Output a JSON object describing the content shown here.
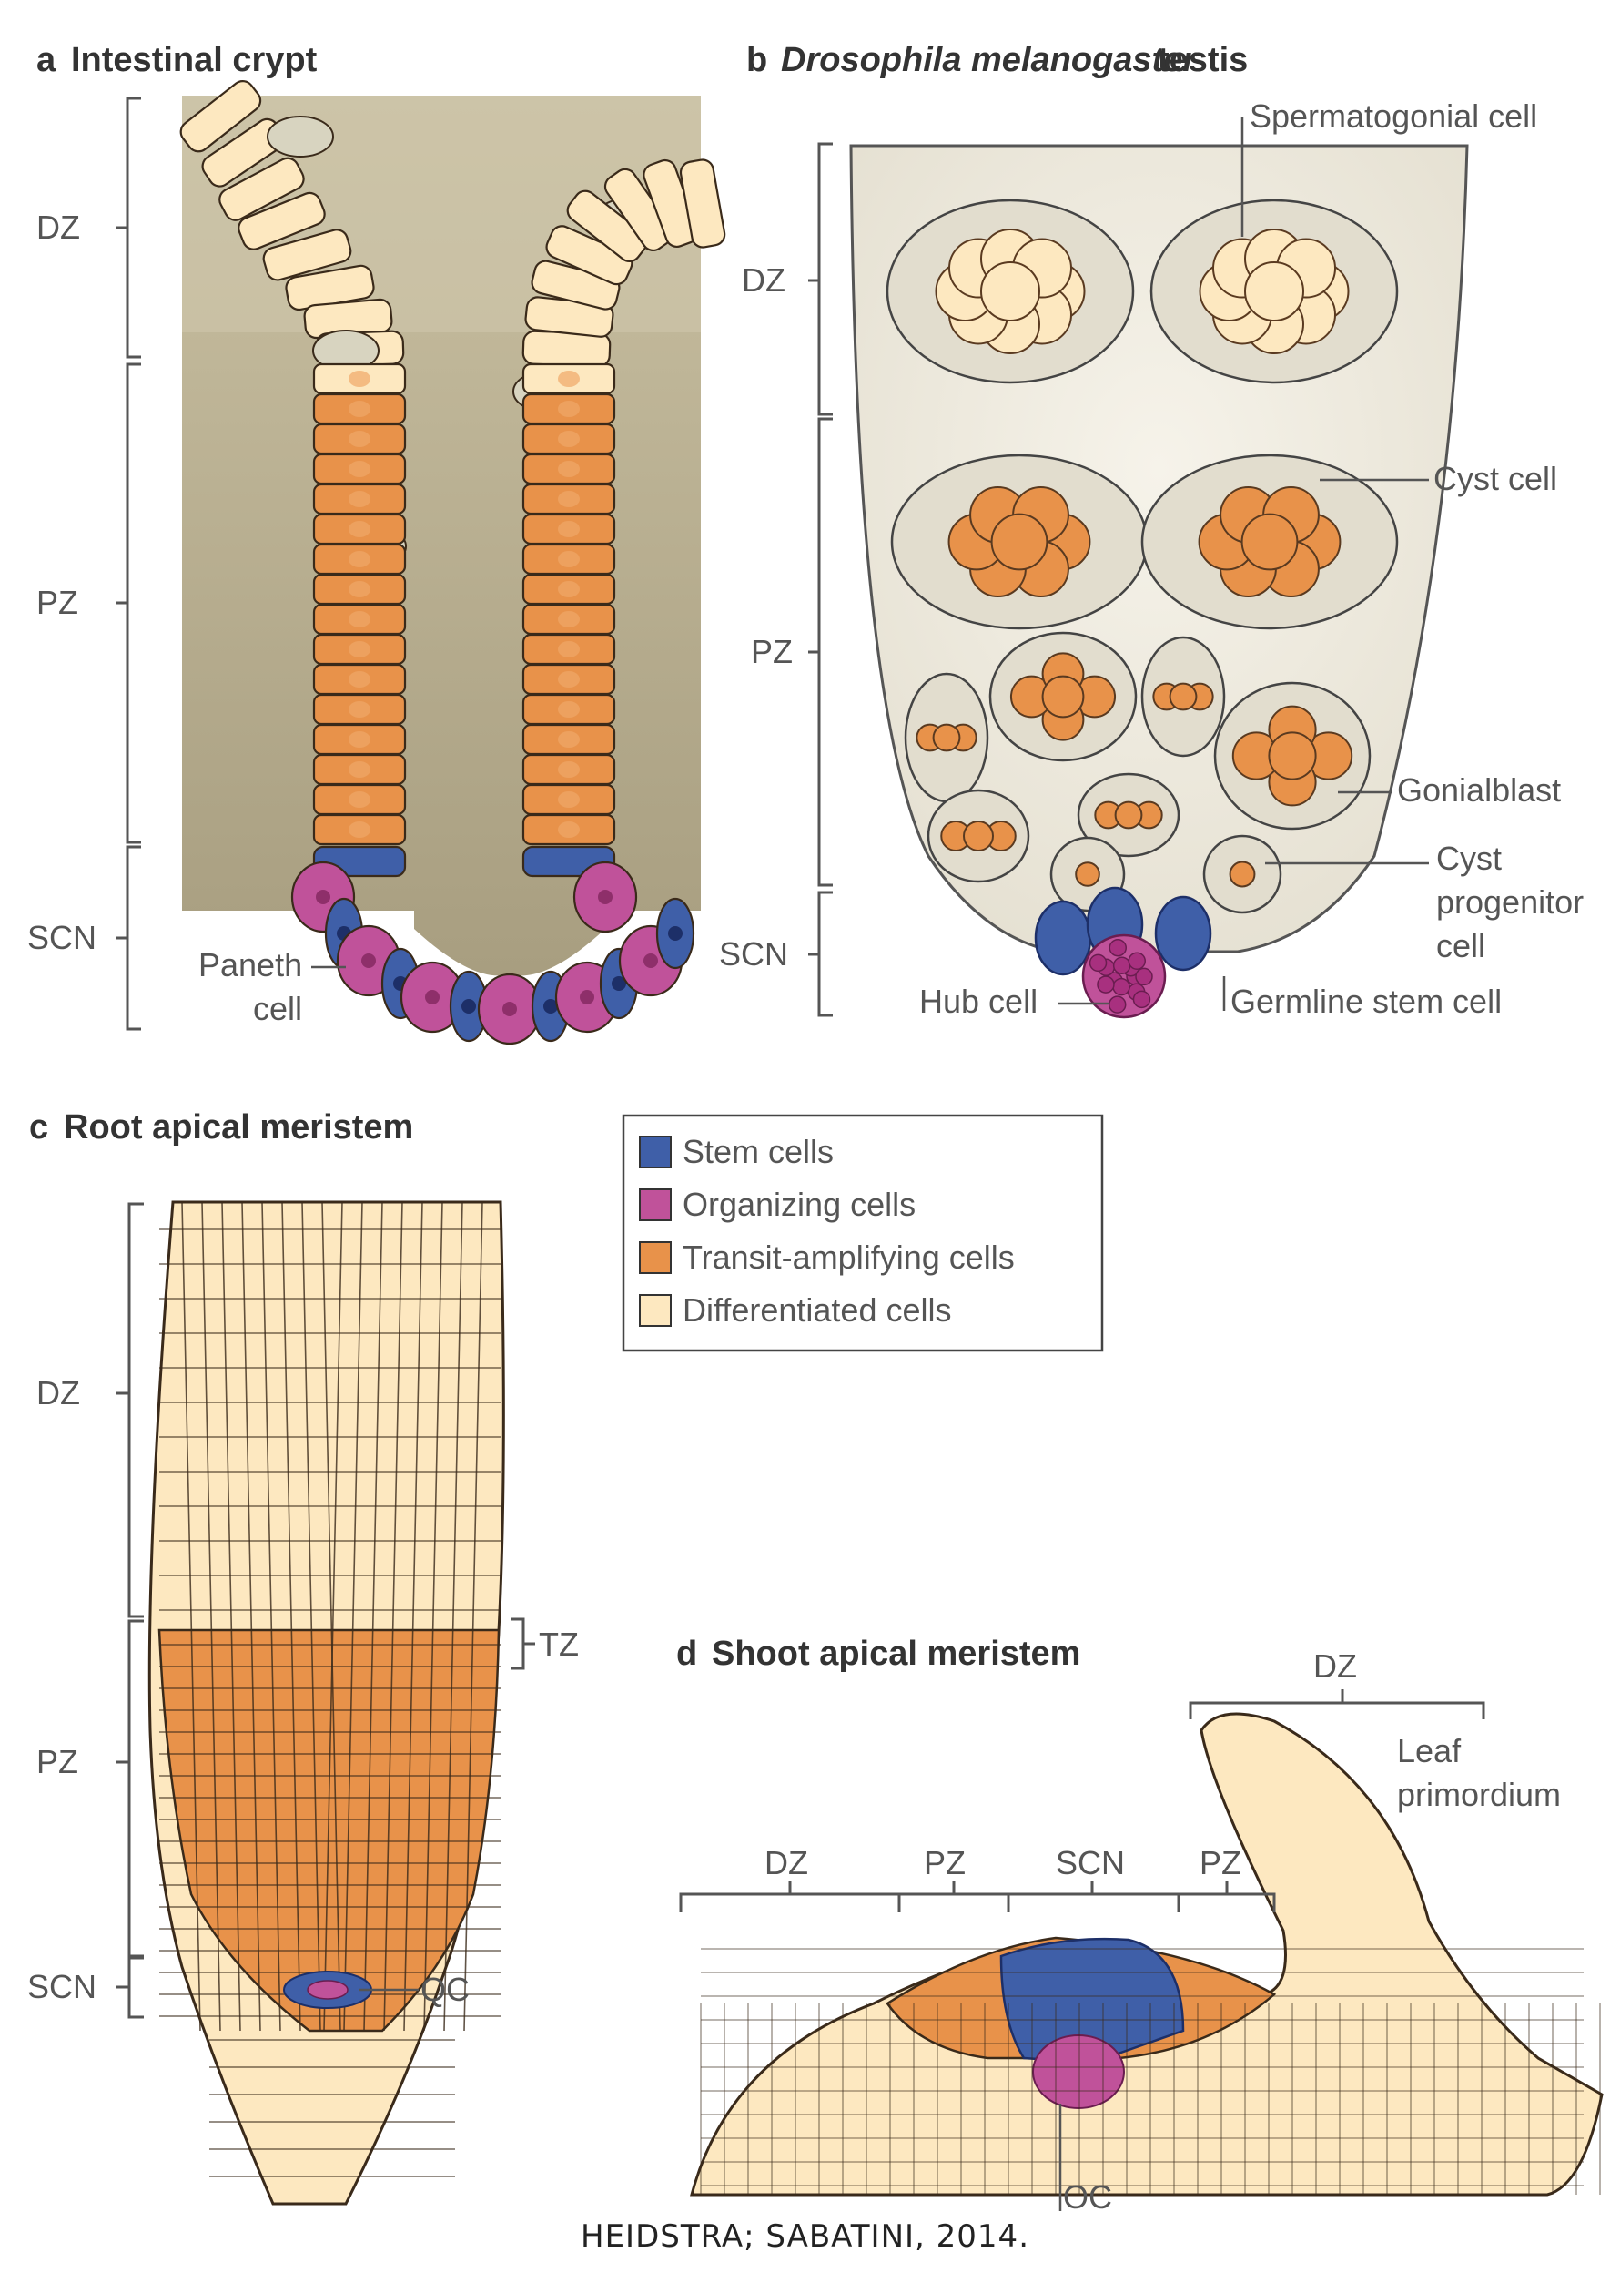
{
  "colors": {
    "stem": "#3f5fa8",
    "organizing": "#c0529a",
    "transit": "#e8924a",
    "differentiated": "#fde8c0",
    "lumen": "#b8ae8e",
    "testis_bg": "#eeebe1",
    "cyst": "#e2ddce"
  },
  "panel_a": {
    "letter": "a",
    "title": "Intestinal crypt",
    "zones": [
      "DZ",
      "PZ",
      "SCN"
    ],
    "paneth_label_1": "Paneth",
    "paneth_label_2": "cell"
  },
  "panel_b": {
    "letter": "b",
    "title": "Drosophila melanogaster",
    "title_tail": "testis",
    "zones": [
      "DZ",
      "PZ",
      "SCN"
    ],
    "spermatogonial": "Spermatogonial cell",
    "cyst_cell": "Cyst cell",
    "gonialblast": "Gonialblast",
    "cyst_prog_1": "Cyst",
    "cyst_prog_2": "progenitor",
    "cyst_prog_3": "cell",
    "hub": "Hub cell",
    "germline": "Germline stem cell"
  },
  "panel_c": {
    "letter": "c",
    "title": "Root apical meristem",
    "zones": [
      "DZ",
      "PZ",
      "SCN"
    ],
    "tz": "TZ",
    "qc": "QC"
  },
  "panel_d": {
    "letter": "d",
    "title": "Shoot apical meristem",
    "zones": [
      "DZ",
      "PZ",
      "SCN",
      "PZ",
      "DZ"
    ],
    "leaf_1": "Leaf",
    "leaf_2": "primordium",
    "oc": "OC"
  },
  "legend": [
    {
      "label": "Stem cells",
      "color": "#3f5fa8"
    },
    {
      "label": "Organizing cells",
      "color": "#c0529a"
    },
    {
      "label": "Transit-amplifying cells",
      "color": "#e8924a"
    },
    {
      "label": "Differentiated cells",
      "color": "#fde8c0"
    }
  ],
  "credit": "HEIDSTRA; SABATINI, 2014."
}
